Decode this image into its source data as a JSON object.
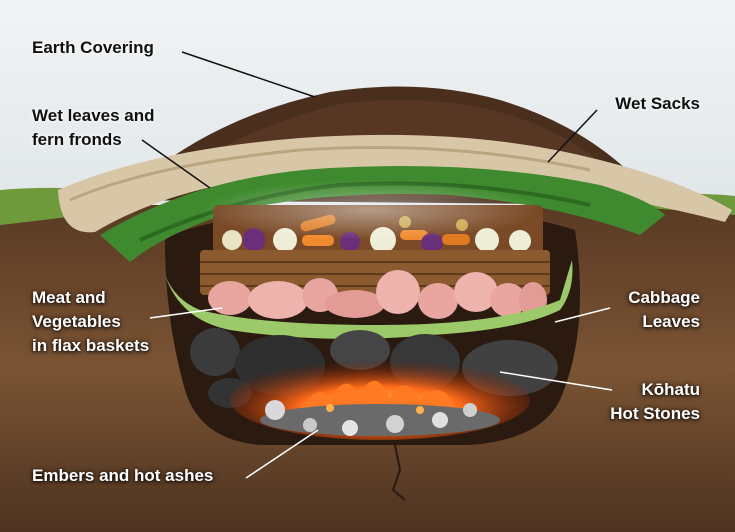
{
  "labels": {
    "earth_covering": "Earth Covering",
    "wet_leaves": [
      "Wet leaves and",
      "fern fronds"
    ],
    "wet_sacks": "Wet Sacks",
    "meat_veg": [
      "Meat and",
      "Vegetables",
      "in flax baskets"
    ],
    "cabbage": [
      "Cabbage",
      "Leaves"
    ],
    "kohatu": [
      "Kōhatu",
      "Hot Stones"
    ],
    "embers": "Embers and hot ashes"
  },
  "colors": {
    "sky": "#e6eaec",
    "soil_dark": "#4a2f1e",
    "soil_light": "#8a6240",
    "sack": "#d8c7a6",
    "leaf": "#3f8a2e",
    "cabbage": "#9cc96a",
    "basket": "#7a4a26",
    "meat": "#e9a6a0",
    "stone": "#3b3b3b",
    "fire": "#ff5a14",
    "grass": "#6f9a3c"
  }
}
